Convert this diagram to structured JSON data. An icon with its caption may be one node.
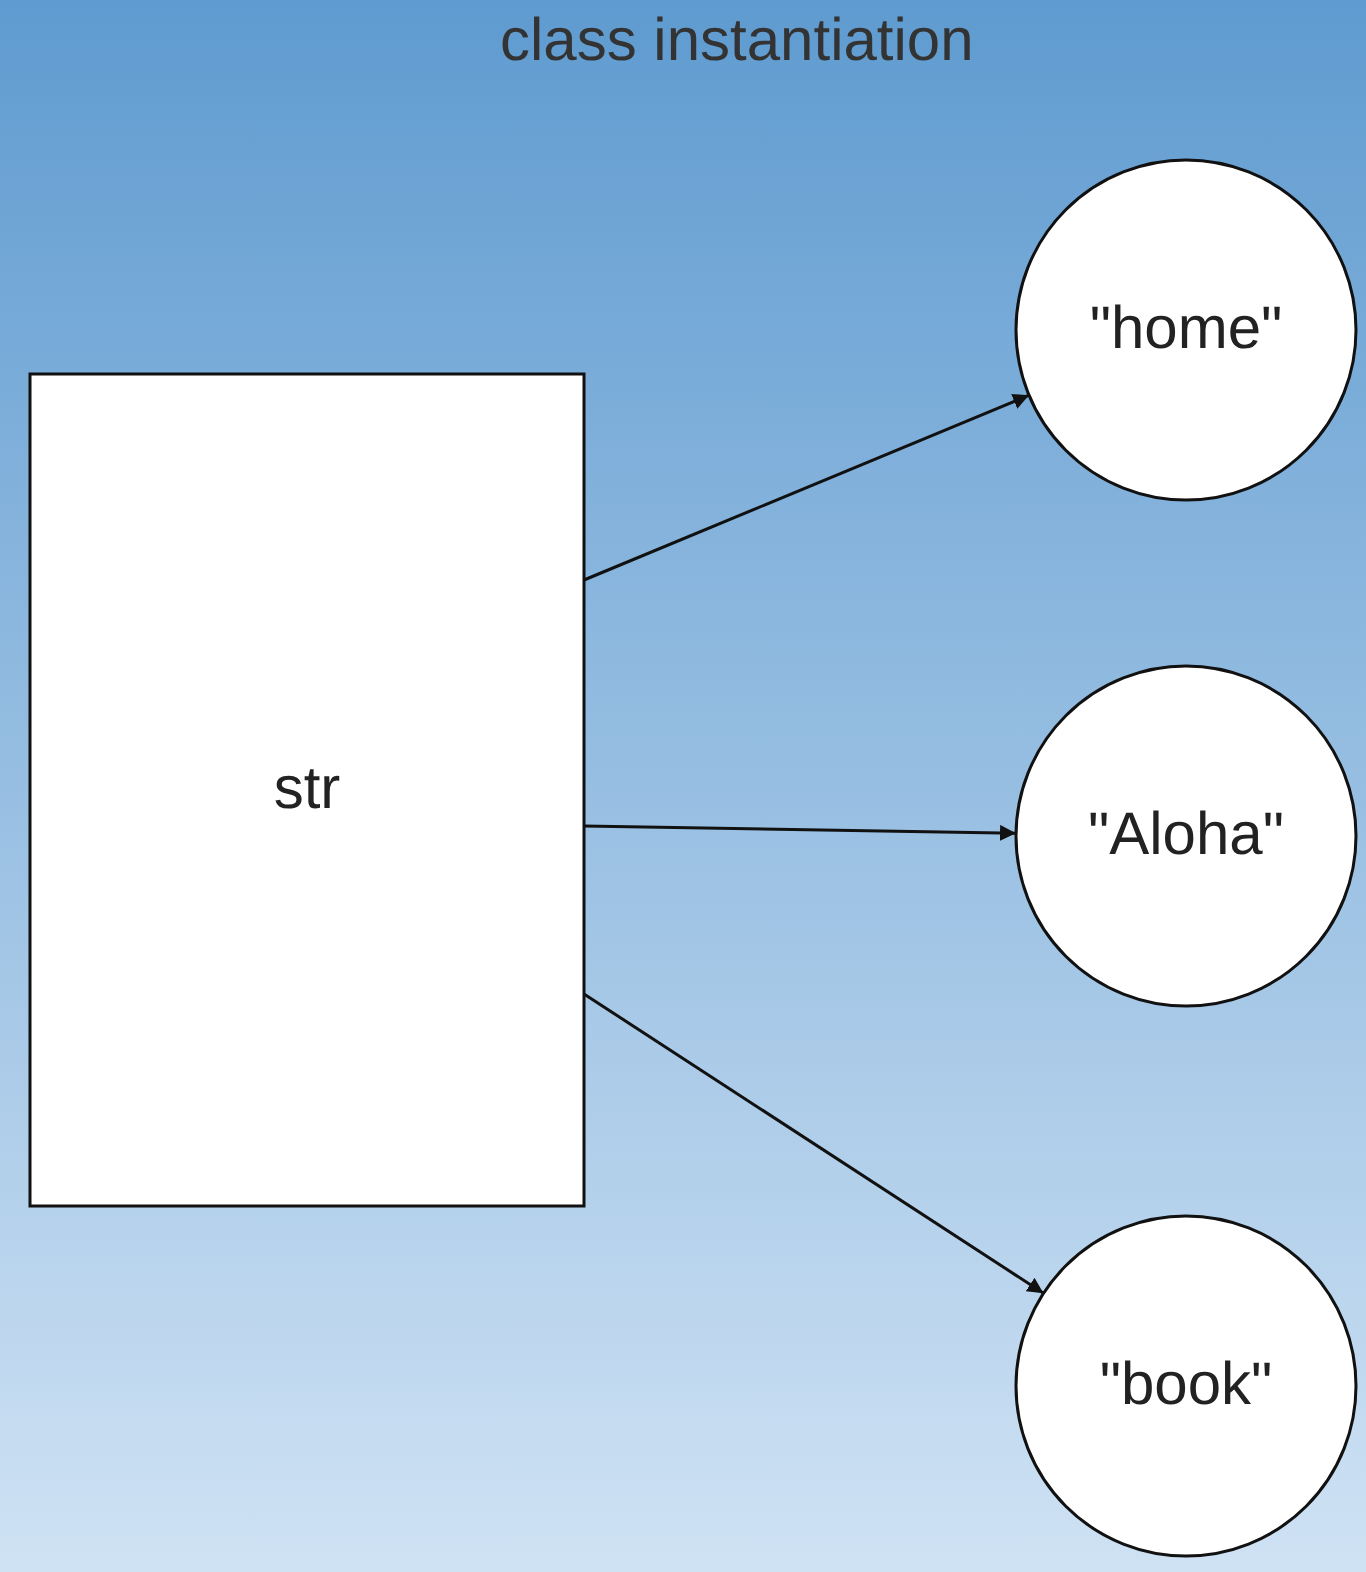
{
  "diagram": {
    "title": "class instantiation",
    "nodes": [
      {
        "text": [
          "str"
        ]
      },
      {
        "text": [
          "\"home\""
        ]
      },
      {
        "text": [
          "\"Aloha\""
        ]
      },
      {
        "text": [
          "\"book\""
        ]
      }
    ],
    "edges": [
      {
        "from": 0,
        "to": 1,
        "arrow": "to"
      },
      {
        "from": 0,
        "to": 2,
        "arrow": "to"
      },
      {
        "from": 0,
        "to": 3,
        "arrow": "to"
      }
    ]
  }
}
